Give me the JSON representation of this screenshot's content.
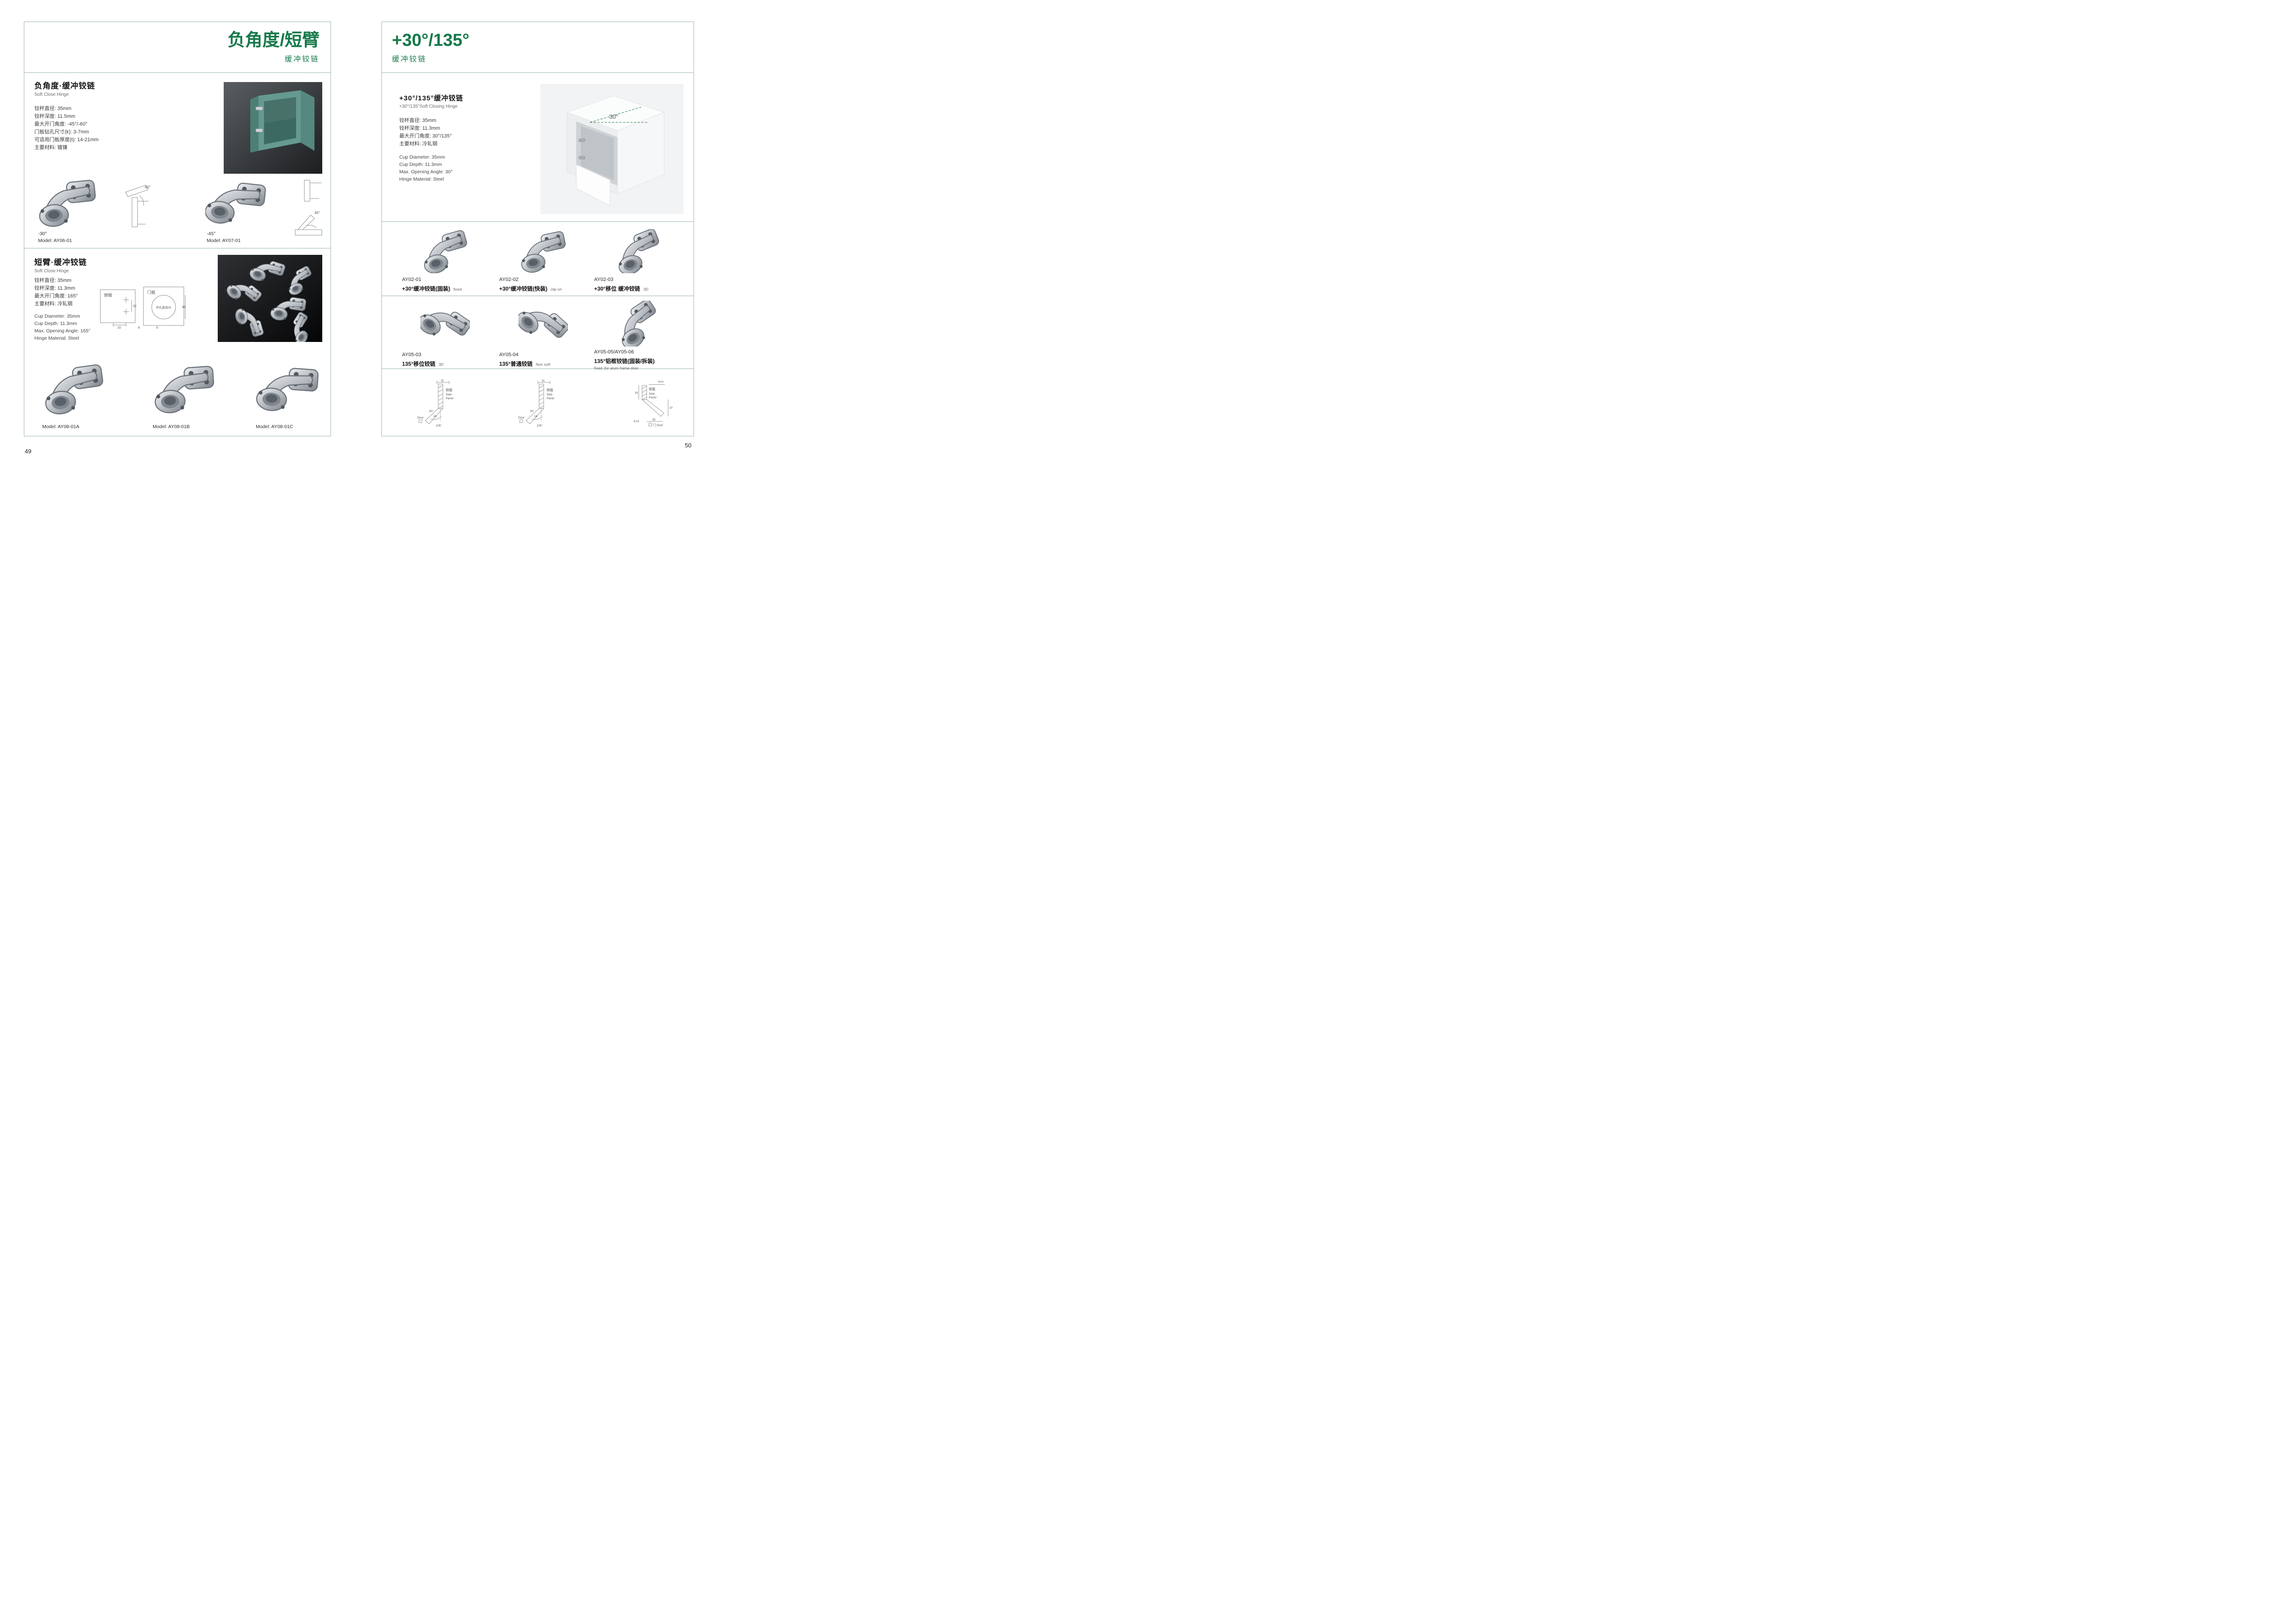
{
  "left_page": {
    "page_number": "49",
    "header": {
      "title": "负角度/短臂",
      "subtitle": "缓冲铰链"
    },
    "section_negative": {
      "heading": "负角度·缓冲铰链",
      "subheading": "Soft Close Hinge",
      "specs": [
        "铰杯直径: 35mm",
        "铰杯深度: 11.5mm",
        "最大开门角度: -45°/-60°",
        "门板钻孔尺寸(k): 3-7mm",
        "可适用门板厚度(t): 14-21mm",
        "主要材料: 镀镍"
      ],
      "products": [
        {
          "angle": "-30°",
          "model": "Model: AY06-01"
        },
        {
          "angle": "-45°",
          "model": "Model: AY07-01"
        }
      ],
      "drawing_labels": {
        "d1": "60°",
        "d2": "45°"
      }
    },
    "section_short_arm": {
      "heading": "短臂·缓冲铰链",
      "subheading": "Soft Close Hinge",
      "specs_cn": [
        "铰杯直径:  35mm",
        "铰杯深度:  11.3mm",
        "最大开门角度:  165°",
        "主要材料:  冷轧钢"
      ],
      "specs_en": [
        "Cup Diameter: 35mm",
        "Cup Depth: 11.3mm",
        "Max. Opening Angle: 165°",
        "Hinge Material: Steel"
      ],
      "drawing": {
        "side_panel": "侧板",
        "door_panel": "门板",
        "dim_32": "32",
        "dim_10": "10",
        "dim_k": "K",
        "dim_6": "6",
        "dim_48": "48",
        "hole": "开孔直径35"
      },
      "products": [
        {
          "model": "Model: AY08-01A"
        },
        {
          "model": "Model: AY08-01B"
        },
        {
          "model": "Model: AY08-01C"
        }
      ]
    }
  },
  "right_page": {
    "page_number": "50",
    "header": {
      "title": "+30°/135°",
      "subtitle": "缓冲铰链"
    },
    "intro": {
      "heading": "+30°/135°缓冲铰链",
      "subheading": "+30°/135°Soft Closing Hinge",
      "specs_cn": [
        "铰杯直径: 35mm",
        "铰杯深度: 11.3mm",
        "最大开门角度: 30°/135°",
        "主要材料: 冷轧钢"
      ],
      "specs_en": [
        "Cup Diameter: 35mm",
        "Cup Depth: 11.3mm",
        "Max. Opening Angle: 30°",
        "Hinge Material: Steel"
      ],
      "photo_angle_label": "30°"
    },
    "products": [
      {
        "code": "AY02-01",
        "name": "+30°缓冲铰链(固装)",
        "tag": "fixed"
      },
      {
        "code": "AY02-02",
        "name": "+30°缓冲铰链(快装)",
        "tag": "clip on"
      },
      {
        "code": "AY02-03",
        "name": "+30°移位 缓冲铰链",
        "tag": "3D"
      },
      {
        "code": "AY05-03",
        "name": "135°移位铰链",
        "tag": "3D"
      },
      {
        "code": "AY05-04",
        "name": "135°普通铰链",
        "tag": "Non soft"
      },
      {
        "code": "AY05-05/AY05-06",
        "name": "135°铝框铰链(固装/拆装)",
        "tag": "fixed ,for alum frame door"
      }
    ],
    "drawings": {
      "d1": {
        "dim_top": "31",
        "panel": "侧板",
        "panel_en1": "Side",
        "panel_en2": "Panel",
        "angle_door": "30°",
        "dim_bottom": "16",
        "angle": "105°",
        "door": "Door"
      },
      "d2": {
        "dim_top": "31",
        "panel": "侧板",
        "panel_en1": "Side",
        "panel_en2": "Panel",
        "angle_door": "30°",
        "dim_bottom": "16",
        "angle": "105°",
        "door": "Door"
      },
      "d3": {
        "h": "H=0",
        "dim_19": "19",
        "panel": "侧板",
        "panel_en1": "Side",
        "panel_en2": "Panel",
        "dim_37": "37",
        "dim_35": "35",
        "k": "K=5",
        "door": "门 Door"
      }
    }
  }
}
